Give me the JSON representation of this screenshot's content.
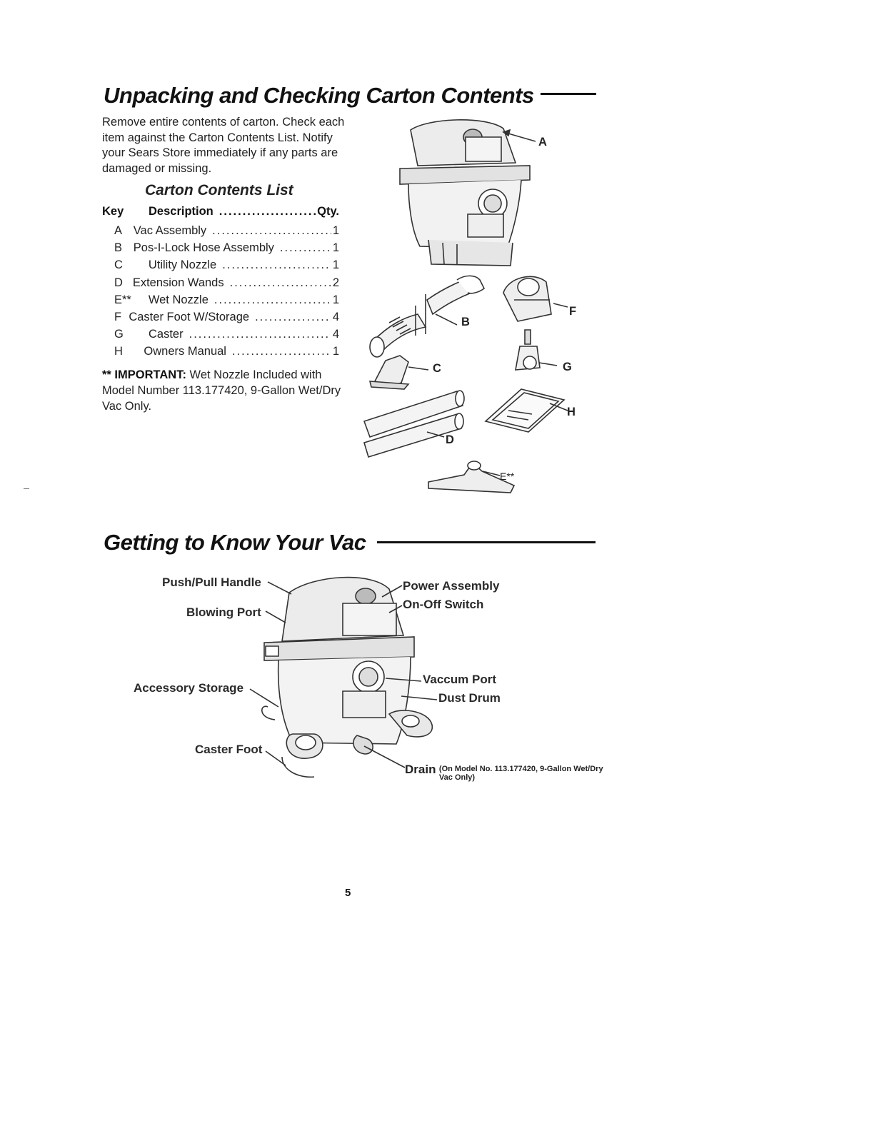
{
  "section1": {
    "title": "Unpacking and Checking Carton Contents",
    "intro": "Remove entire contents of carton. Check each item against the Carton Contents List. Notify your Sears Store immediately if any parts are damaged or missing.",
    "list_title": "Carton Contents List",
    "header": {
      "key": "Key",
      "description": "Description",
      "qty": "Qty."
    },
    "items": [
      {
        "key": "A",
        "description": "Vac Assembly",
        "qty": "1"
      },
      {
        "key": "B",
        "description": "Pos-I-Lock Hose Assembly",
        "qty": "1"
      },
      {
        "key": "C",
        "description": "Utility Nozzle",
        "qty": "1"
      },
      {
        "key": "D",
        "description": "Extension Wands",
        "qty": "2"
      },
      {
        "key": "E**",
        "description": "Wet Nozzle",
        "qty": "1"
      },
      {
        "key": "F",
        "description": "Caster Foot W/Storage",
        "qty": "4"
      },
      {
        "key": "G",
        "description": "Caster",
        "qty": "4"
      },
      {
        "key": "H",
        "description": "Owners Manual",
        "qty": "1"
      }
    ],
    "important_prefix": "** IMPORTANT:",
    "important_text": " Wet Nozzle Included with Model Number 113.177420, 9-Gallon Wet/Dry Vac Only.",
    "callouts": {
      "a": "A",
      "b": "B",
      "c": "C",
      "d": "D",
      "e": "E**",
      "f": "F",
      "g": "G",
      "h": "H"
    }
  },
  "section2": {
    "title": "Getting to Know Your Vac",
    "labels": {
      "push_pull_handle": "Push/Pull Handle",
      "blowing_port": "Blowing Port",
      "accessory_storage": "Accessory Storage",
      "caster_foot": "Caster Foot",
      "power_assembly": "Power Assembly",
      "on_off_switch": "On-Off Switch",
      "vaccum_port": "Vaccum Port",
      "dust_drum": "Dust Drum",
      "drain": "Drain",
      "drain_note": "(On Model No. 113.177420, 9-Gallon Wet/Dry Vac Only)"
    }
  },
  "page_number": "5"
}
